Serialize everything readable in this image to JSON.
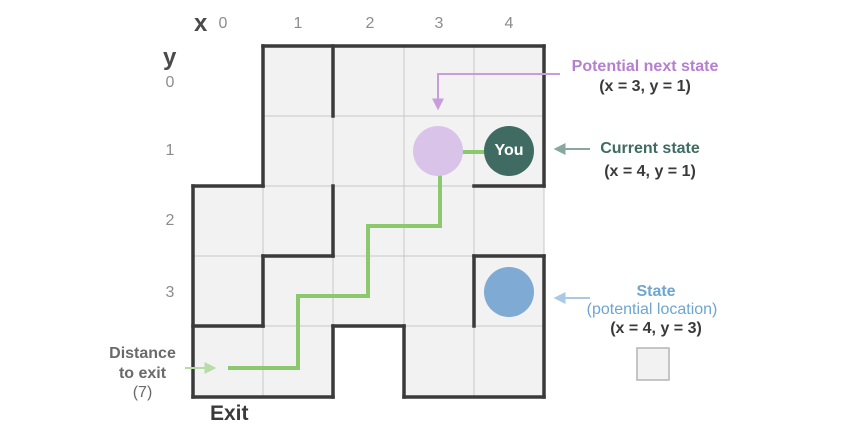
{
  "axes": {
    "x_label": "x",
    "y_label": "y",
    "x_ticks": [
      "0",
      "1",
      "2",
      "3",
      "4"
    ],
    "y_ticks": [
      "0",
      "1",
      "2",
      "3"
    ]
  },
  "agent": {
    "label": "You",
    "x": 4,
    "y": 1
  },
  "annotations": {
    "potential_next": {
      "title": "Potential next state",
      "coords": "(x = 3, y = 1)"
    },
    "current": {
      "title": "Current state",
      "coords": "(x = 4, y = 1)"
    },
    "state": {
      "title": "State",
      "subtitle": "(potential location)",
      "coords": "(x = 4, y = 3)"
    },
    "distance": {
      "line1": "Distance",
      "line2": "to exit",
      "value": "(7)"
    }
  },
  "exit_label": "Exit",
  "colors": {
    "cell_fill": "#f2f2f2",
    "grid_line": "#c8c8c8",
    "wall": "#3a3a3a",
    "path": "#8cc86e",
    "agent": "#3f6b62",
    "next_state": "#d9c3e8",
    "state_blue": "#7eaad3",
    "purple_text": "#b57fcf",
    "teal_text": "#3f6b62",
    "blue_text": "#6ea6cf",
    "gray_text": "#6a6a6a",
    "arrow_purple": "#c89ddc",
    "arrow_teal": "#8aa79f",
    "arrow_blue": "#a9c9e4",
    "arrow_green": "#b8dca6"
  }
}
